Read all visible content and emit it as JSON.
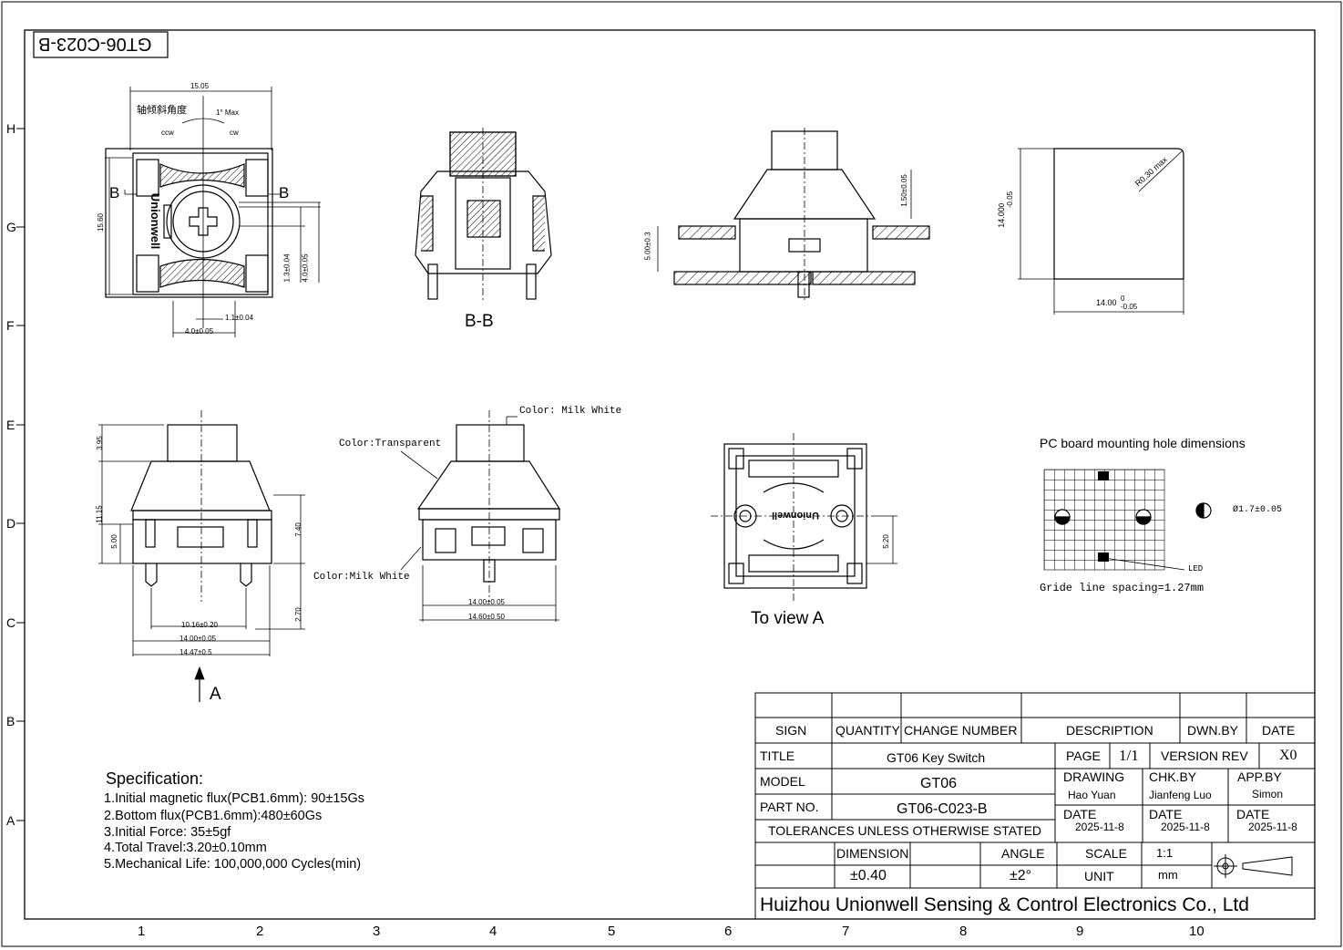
{
  "drawing_id_rotated": "GT06-C023-B",
  "zone_letters": [
    "H",
    "G",
    "F",
    "E",
    "D",
    "C",
    "B",
    "A"
  ],
  "zone_numbers": [
    "1",
    "2",
    "3",
    "4",
    "5",
    "6",
    "7",
    "8",
    "9",
    "10"
  ],
  "top_view": {
    "width_dim": "15.05",
    "tilt_label_cn": "轴倾斜角度",
    "tilt_value": "1° Max",
    "ccw": "ccw",
    "cw": "cw",
    "section_mark": "B",
    "brand": "Unionwell",
    "height_dim": "15.60",
    "dim_1_3": "1.3±0.04",
    "dim_4_0_v": "4.0±0.05",
    "dim_1_1": "1.1±0.04",
    "dim_4_0_h": "4.0±0.05"
  },
  "section_bb": {
    "label": "B-B"
  },
  "side_mounted": {
    "dim_5": "5.00±0.3",
    "dim_1_5": "1.50±0.05"
  },
  "square_view": {
    "radius": "R0.30 max",
    "size_v": "14.00",
    "size_h": "14.00",
    "tol_hi": "0",
    "tol_lo": "-0.05"
  },
  "front_view": {
    "dim_3_95": "3.95",
    "dim_11_15": "11.15",
    "dim_5_00": "5.00",
    "dim_7_40": "7.40",
    "dim_2_70": "2.70",
    "dim_10_16": "10.16±0.20",
    "dim_14_00": "14.00±0.05",
    "dim_14_47": "14.47±0.5",
    "arrow_label": "A"
  },
  "color_view": {
    "milk_white_top": "Color: Milk White",
    "transparent": "Color:Transparent",
    "milk_white_bottom": "Color:Milk White",
    "dim_14_00": "14.00±0.05",
    "dim_14_60": "14.60±0.50"
  },
  "bottom_view": {
    "brand": "Unionwell",
    "dim_5_20": "5.20",
    "label": "To view A"
  },
  "pcb": {
    "title": "PC board mounting hole dimensions",
    "hole": "Ø1.7±0.05",
    "led": "LED",
    "grid": "Gride line spacing=1.27mm"
  },
  "specification": {
    "title": "Specification:",
    "items": [
      "1.Initial magnetic flux(PCB1.6mm): 90±15Gs",
      "2.Bottom flux(PCB1.6mm):480±60Gs",
      "3.Initial Force: 35±5gf",
      "4.Total Travel:3.20±0.10mm",
      "5.Mechanical Life: 100,000,000 Cycles(min)"
    ]
  },
  "title_block": {
    "sign": "SIGN",
    "quantity": "QUANTITY",
    "change_number": "CHANGE NUMBER",
    "description": "DESCRIPTION",
    "dwn_by": "DWN.BY",
    "date": "DATE",
    "title_label": "TITLE",
    "title_value": "GT06  Key Switch",
    "page_label": "PAGE",
    "page_value": "1/1",
    "version_label": "VERSION REV",
    "version_value": "X0",
    "model_label": "MODEL",
    "model_value": "GT06",
    "part_label": "PART NO.",
    "part_value": "GT06-C023-B",
    "drawing_label": "DRAWING",
    "drawing_value": "Hao Yuan",
    "chk_label": "CHK.BY",
    "chk_value": "Jianfeng Luo",
    "app_label": "APP.BY",
    "app_value": "Simon",
    "date_label": "DATE",
    "date_1": "2025-11-8",
    "date_2": "2025-11-8",
    "date_3": "2025-11-8",
    "tolerances": "TOLERANCES UNLESS OTHERWISE STATED",
    "dimension_label": "DIMENSION",
    "dimension_value": "±0.40",
    "angle_label": "ANGLE",
    "angle_value": "±2°",
    "scale_label": "SCALE",
    "scale_value": "1:1",
    "unit_label": "UNIT",
    "unit_value": "mm",
    "company": "Huizhou Unionwell Sensing & Control Electronics Co., Ltd"
  }
}
